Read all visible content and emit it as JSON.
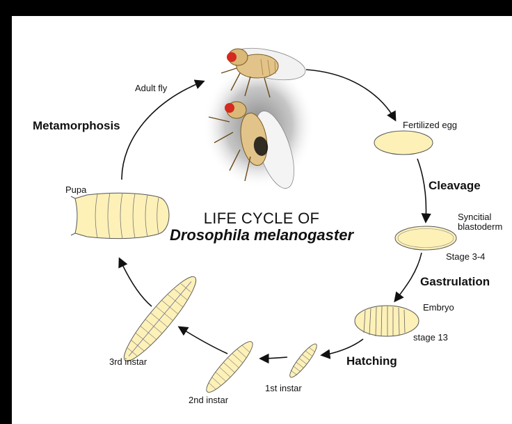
{
  "title": {
    "line1": "LIFE CYCLE OF",
    "line2": "Drosophila melanogaster"
  },
  "stages": {
    "adult_fly": "Adult fly",
    "fertilized_egg": "Fertilized egg",
    "syncitial_line1": "Syncitial",
    "syncitial_line2": "blastoderm",
    "stage_3_4": "Stage 3-4",
    "embryo": "Embryo",
    "stage_13": "stage 13",
    "first_instar": "1st instar",
    "second_instar": "2nd instar",
    "third_instar": "3rd instar",
    "pupa": "Pupa"
  },
  "phases": {
    "metamorphosis": "Metamorphosis",
    "cleavage": "Cleavage",
    "gastrulation": "Gastrulation",
    "hatching": "Hatching"
  },
  "colors": {
    "frame": "#000000",
    "background": "#ffffff",
    "egg_fill": "#fdf1b8",
    "arrow": "#111111",
    "fly_eye": "#d42a1f",
    "fly_body": "#e2c48a"
  }
}
